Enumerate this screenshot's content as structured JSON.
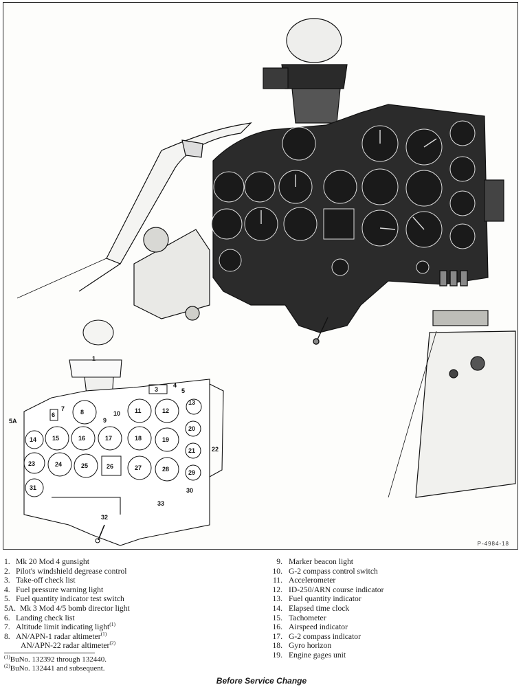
{
  "figure": {
    "code": "P-4984-18",
    "caption": "Before Service Change",
    "callouts": [
      "1",
      "3",
      "4",
      "5",
      "5A",
      "6",
      "7",
      "8",
      "9",
      "10",
      "11",
      "12",
      "13",
      "14",
      "15",
      "16",
      "17",
      "18",
      "19",
      "20",
      "21",
      "22",
      "23",
      "24",
      "25",
      "26",
      "27",
      "28",
      "29",
      "30",
      "31",
      "32",
      "33"
    ]
  },
  "legend_left": [
    {
      "num": "1.",
      "text": "Mk 20 Mod 4 gunsight",
      "sup": ""
    },
    {
      "num": "2.",
      "text": "Pilot's windshield degrease control",
      "sup": ""
    },
    {
      "num": "3.",
      "text": "Take-off check list",
      "sup": ""
    },
    {
      "num": "4.",
      "text": "Fuel pressure warning light",
      "sup": ""
    },
    {
      "num": "5.",
      "text": "Fuel quantity indicator test switch",
      "sup": ""
    },
    {
      "num": "5A.",
      "text": "Mk 3 Mod 4/5 bomb director light",
      "sup": ""
    },
    {
      "num": "6.",
      "text": "Landing check list",
      "sup": ""
    },
    {
      "num": "7.",
      "text": "Altitude limit indicating light",
      "sup": "(1)"
    },
    {
      "num": "8.",
      "text": "AN/APN-1 radar altimeter",
      "sup": "(1)"
    },
    {
      "num": "",
      "text": "AN/APN-22 radar altimeter",
      "sup": "(2)"
    }
  ],
  "legend_right": [
    {
      "num": "9.",
      "text": "Marker beacon light"
    },
    {
      "num": "10.",
      "text": "G-2 compass control switch"
    },
    {
      "num": "11.",
      "text": "Accelerometer"
    },
    {
      "num": "12.",
      "text": "ID-250/ARN course indicator"
    },
    {
      "num": "13.",
      "text": "Fuel quantity indicator"
    },
    {
      "num": "14.",
      "text": "Elapsed time clock"
    },
    {
      "num": "15.",
      "text": "Tachometer"
    },
    {
      "num": "16.",
      "text": "Airspeed indicator"
    },
    {
      "num": "17.",
      "text": "G-2 compass indicator"
    },
    {
      "num": "18.",
      "text": "Gyro horizon"
    },
    {
      "num": "19.",
      "text": "Engine gages unit"
    }
  ],
  "footnotes": [
    {
      "mark": "(1)",
      "text": "BuNo. 132392 through 132440."
    },
    {
      "mark": "(2)",
      "text": "BuNo. 132441 and subsequent."
    }
  ]
}
